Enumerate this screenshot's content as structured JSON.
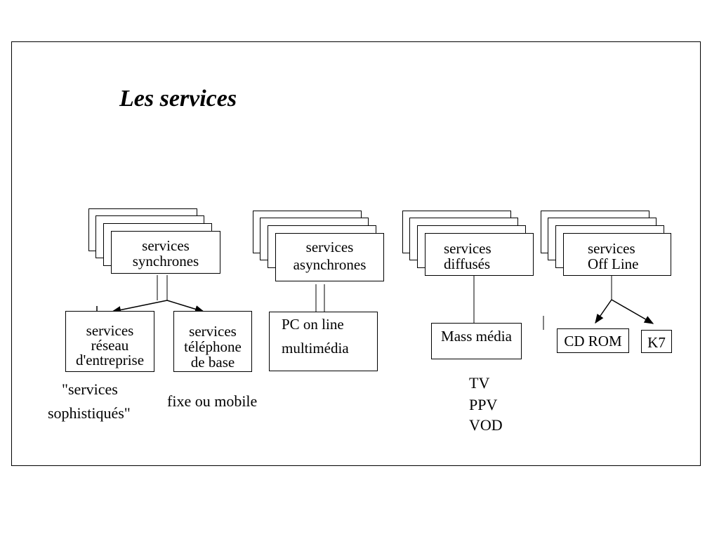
{
  "title": "Les services",
  "categories": {
    "synchrones": [
      "services",
      "synchrones"
    ],
    "asynchrones": [
      "services",
      "asynchrones"
    ],
    "diffuses": [
      "services",
      "diffusés"
    ],
    "offline": [
      "services",
      "Off Line"
    ]
  },
  "nodes": {
    "reseau": [
      "services",
      "réseau",
      "d'entreprise"
    ],
    "telephone": [
      "services",
      "téléphone",
      "de base"
    ],
    "pc": [
      "PC on line",
      "multimédia"
    ],
    "mass": "Mass média",
    "cdrom": "CD ROM",
    "k7": "K7"
  },
  "notes": {
    "sophistiques": [
      "\"services",
      "sophistiqués\""
    ],
    "fixe": "fixe ou mobile",
    "broadcast": [
      "TV",
      "PPV",
      "VOD"
    ]
  }
}
